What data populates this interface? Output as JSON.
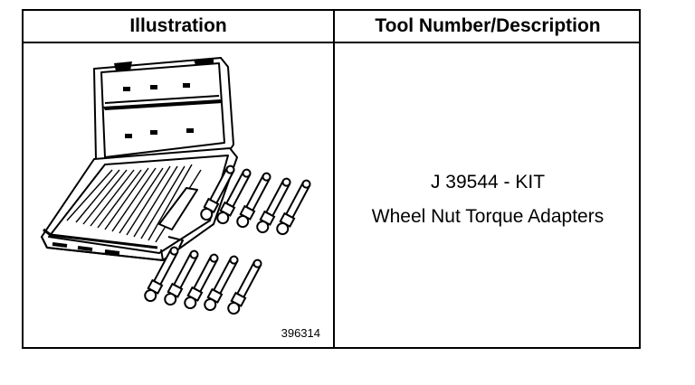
{
  "table": {
    "header": {
      "illustration": "Illustration",
      "tool": "Tool Number/Description"
    },
    "row": {
      "tool_number": "J 39544 - KIT",
      "description": "Wheel Nut Torque Adapters",
      "figure_number": "396314"
    }
  },
  "illustration": {
    "subject": "torque-adapter-kit-case-with-adapters",
    "adapter_count": 10
  }
}
